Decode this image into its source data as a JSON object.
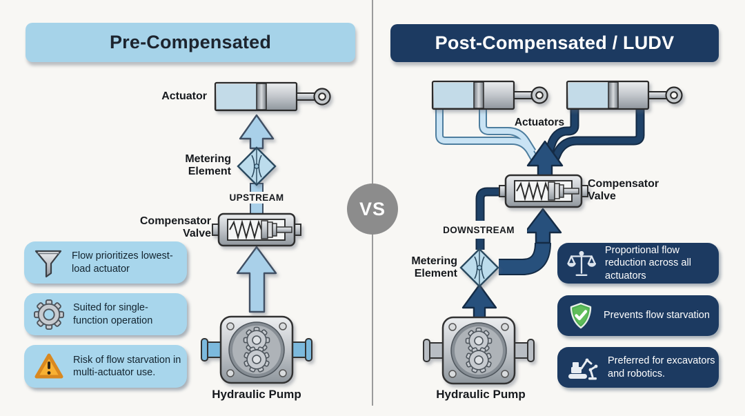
{
  "left_panel": {
    "title": "Pre-Compensated",
    "diagram": {
      "actuator_label": "Actuator",
      "metering_label": "Metering Element",
      "flow_direction": "UPSTREAM",
      "compensator_label": "Compensator Valve",
      "pump_label": "Hydraulic Pump"
    },
    "callouts": [
      {
        "icon": "funnel-icon",
        "text": "Flow prioritizes lowest-load actuator"
      },
      {
        "icon": "gear-icon",
        "text": "Suited for single-function operation"
      },
      {
        "icon": "warning-icon",
        "text": "Risk of flow starvation in multi-actuator use."
      }
    ]
  },
  "divider": {
    "vs_label": "VS"
  },
  "right_panel": {
    "title": "Post-Compensated / LUDV",
    "diagram": {
      "actuators_label": "Actuators",
      "compensator_label": "Compensator Valve",
      "flow_direction": "DOWNSTREAM",
      "metering_label": "Metering Element",
      "pump_label": "Hydraulic Pump"
    },
    "callouts": [
      {
        "icon": "scales-icon",
        "text": "Proportional flow reduction across all actuators"
      },
      {
        "icon": "shield-check-icon",
        "text": "Prevents flow starvation"
      },
      {
        "icon": "excavator-icon",
        "text": "Preferred for excavators and robotics."
      }
    ]
  },
  "colors": {
    "pre_accent": "#a6d3e9",
    "post_accent": "#1c3a61",
    "pipe_light": "#c9e3f4",
    "pipe_dark": "#1f4268",
    "vs_gray": "#8c8c8c",
    "warning_orange": "#f5a623",
    "success_green": "#4caf50",
    "background": "#f8f7f4"
  }
}
